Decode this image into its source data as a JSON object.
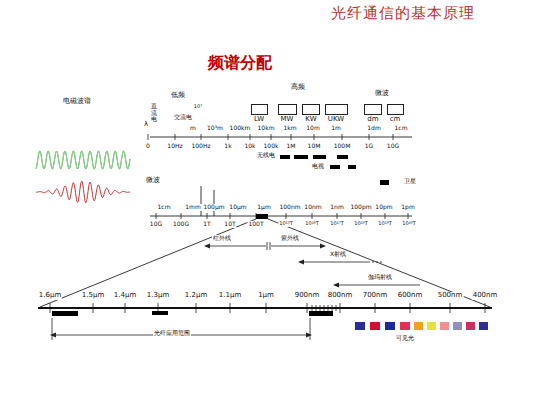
{
  "diagram": {
    "title": "光纤通信的基本原理",
    "nodes": [
      {
        "text": [
          "LW"
        ]
      },
      {
        "text": [
          "MW"
        ]
      },
      {
        "text": [
          "KW"
        ]
      },
      {
        "text": [
          "UKW"
        ]
      },
      {
        "text": [
          "dm"
        ]
      },
      {
        "text": [
          "cm"
        ]
      }
    ],
    "labels": [
      "频谱分配",
      "电磁波谱",
      "低频",
      "高频",
      "微波",
      "直流电",
      "λ",
      "f",
      "交流电",
      "10⁷",
      "m",
      "10³m",
      "100km",
      "10km",
      "1km",
      "10m",
      "1m",
      "1dm",
      "1cm",
      "0",
      "10Hz",
      "100Hz",
      "1k",
      "10k",
      "100k",
      "1M",
      "10M",
      "100M",
      "1G",
      "10G",
      "无线电",
      "电视",
      "卫星",
      "微波",
      "1cm",
      "1mm",
      "100μm",
      "10μm",
      "1μm",
      "100nm",
      "10nm",
      "1nm",
      "100pm",
      "10pm",
      "1pm",
      "10G",
      "100G",
      "1T",
      "10T",
      "100T",
      "10¹⁵T",
      "10¹⁶T",
      "10¹⁷T",
      "10¹⁸T",
      "10¹⁹T",
      "10²⁰T",
      "红外线",
      "紫外线",
      "X射线",
      "伽玛射线",
      "1.6μm",
      "1.5μm",
      "1.4μm",
      "1.3μm",
      "1.2μm",
      "1.1μm",
      "1μm",
      "900nm",
      "800nm",
      "700nm",
      "600nm",
      "500nm",
      "400nm",
      "光纤应用范围",
      "可见光"
    ]
  }
}
